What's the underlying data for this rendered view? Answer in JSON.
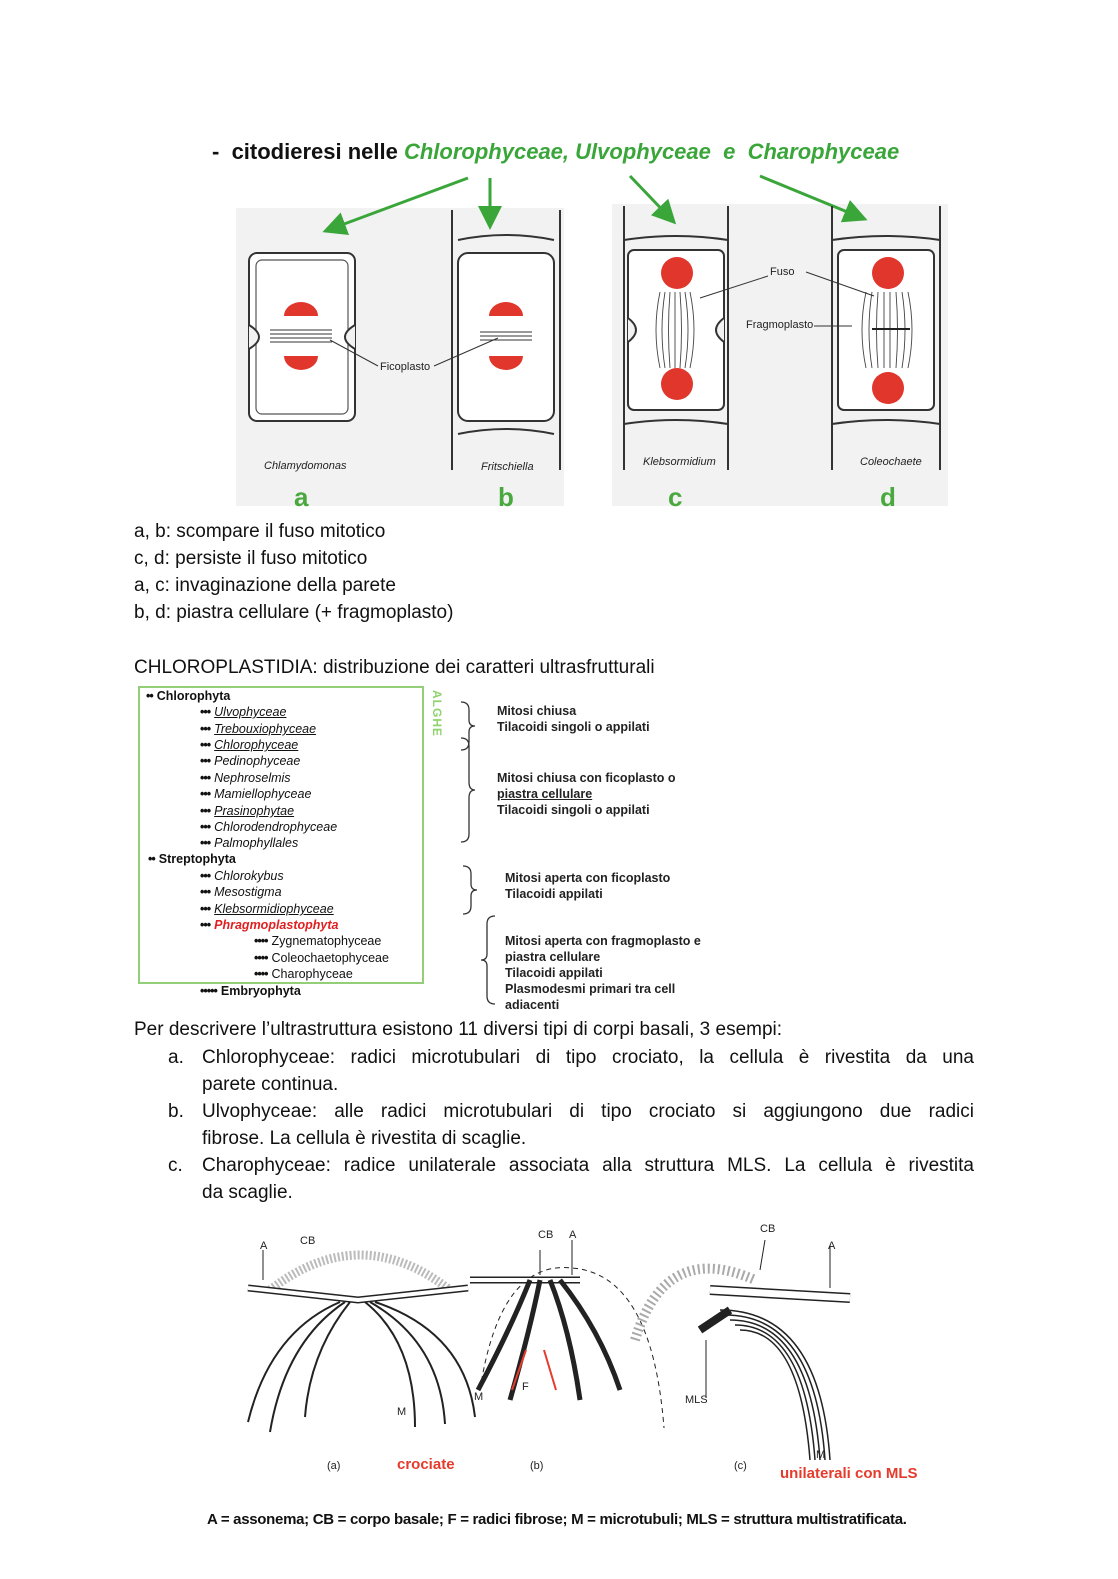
{
  "fig1": {
    "title_prefix": "-",
    "title_text": "citodieresi nelle",
    "title_group1": "Chlorophyceae,",
    "title_group2": "Ulvophyceae",
    "title_conj": "e",
    "title_group3": "Charophyceae",
    "labels": {
      "ficoplasto": "Ficoplasto",
      "fuso": "Fuso",
      "fragmoplasto": "Fragmoplasto"
    },
    "panels": [
      {
        "letter": "a",
        "caption": "Chlamydomonas"
      },
      {
        "letter": "b",
        "caption": "Fritschiella"
      },
      {
        "letter": "c",
        "caption": "Klebsormidium"
      },
      {
        "letter": "d",
        "caption": "Coleochaete"
      }
    ]
  },
  "notes": [
    "a, b: scompare il fuso mitotico",
    "c, d: persiste il fuso mitotico",
    "a, c: invaginazione della parete",
    "b, d: piastra cellulare (+ fragmoplasto)"
  ],
  "section_heading": "CHLOROPLASTIDIA: distribuzione dei caratteri ultrasfrutturali",
  "taxonomy": {
    "side_label": "ALGHE",
    "lines": [
      {
        "dots": "••",
        "name": "Chlorophyta",
        "style": "bold"
      },
      {
        "dots": "•••",
        "name": "Ulvophyceae",
        "style": "ul"
      },
      {
        "dots": "•••",
        "name": "Trebouxiophyceae",
        "style": "ul"
      },
      {
        "dots": "•••",
        "name": "Chlorophyceae",
        "style": "ul"
      },
      {
        "dots": "•••",
        "name": "Pedinophyceae",
        "style": "it"
      },
      {
        "dots": "•••",
        "name": "Nephroselmis",
        "style": "it"
      },
      {
        "dots": "•••",
        "name": "Mamiellophyceae",
        "style": "it"
      },
      {
        "dots": "•••",
        "name": "Prasinophytae",
        "style": "ul"
      },
      {
        "dots": "•••",
        "name": "Chlorodendrophyceae",
        "style": "it"
      },
      {
        "dots": "•••",
        "name": "Palmophyllales",
        "style": "it"
      },
      {
        "dots": "••",
        "name": "Streptophyta",
        "style": "bold"
      },
      {
        "dots": "•••",
        "name": "Chlorokybus",
        "style": "it"
      },
      {
        "dots": "•••",
        "name": "Mesostigma",
        "style": "it"
      },
      {
        "dots": "•••",
        "name": "Klebsormidiophyceae",
        "style": "ul"
      },
      {
        "dots": "•••",
        "name": "Phragmoplastophyta",
        "style": "red"
      },
      {
        "dots": "••••",
        "name": "Zygnematophyceae",
        "style": "plain"
      },
      {
        "dots": "••••",
        "name": "Coleochaetophyceae",
        "style": "plain"
      },
      {
        "dots": "••••",
        "name": "Charophyceae",
        "style": "plain"
      },
      {
        "dots": "•••••",
        "name": "Embryophyta",
        "style": "bold"
      }
    ],
    "descriptions": [
      {
        "l1": "Mitosi chiusa",
        "l2": "Tilacoidi singoli o appilati"
      },
      {
        "l1": "Mitosi chiusa con ficoplasto o",
        "l2": "piastra cellulare",
        "l3": "Tilacoidi singoli o appilati"
      },
      {
        "l1": "Mitosi aperta con ficoplasto",
        "l2": "Tilacoidi appilati"
      },
      {
        "l1": "Mitosi aperta con fragmoplasto e",
        "l2": "piastra cellulare",
        "l3": "Tilacoidi appilati",
        "l4": "Plasmodesmi primari tra cell",
        "l5": "adiacenti"
      }
    ]
  },
  "intro": "Per descrivere l’ultrastruttura esistono 11 diversi tipi di corpi basali, 3 esempi:",
  "examples": [
    {
      "marker": "a.",
      "l1": "Chlorophyceae: radici microtubulari di tipo crociato, la cellula è rivestita da una",
      "l2": "parete continua."
    },
    {
      "marker": "b.",
      "l1": "Ulvophyceae: alle radici microtubulari di tipo crociato si aggiungono due radici",
      "l2": "fibrose. La cellula è rivestita di scaglie."
    },
    {
      "marker": "c.",
      "l1": "Charophyceae: radice unilaterale associata alla struttura MLS. La cellula è rivestita",
      "l2": "da scaglie."
    }
  ],
  "fig2": {
    "labels": {
      "a_ax": "A",
      "cb": "CB",
      "m": "M",
      "f": "F",
      "mls": "MLS"
    },
    "panel_a": "(a)",
    "panel_b": "(b)",
    "panel_c": "(c)",
    "crociate": "crociate",
    "unilaterali": "unilaterali con MLS",
    "legend": "A = assonema; CB = corpo basale; F = radici fibrose; M = microtubuli; MLS = struttura multistratificata."
  }
}
